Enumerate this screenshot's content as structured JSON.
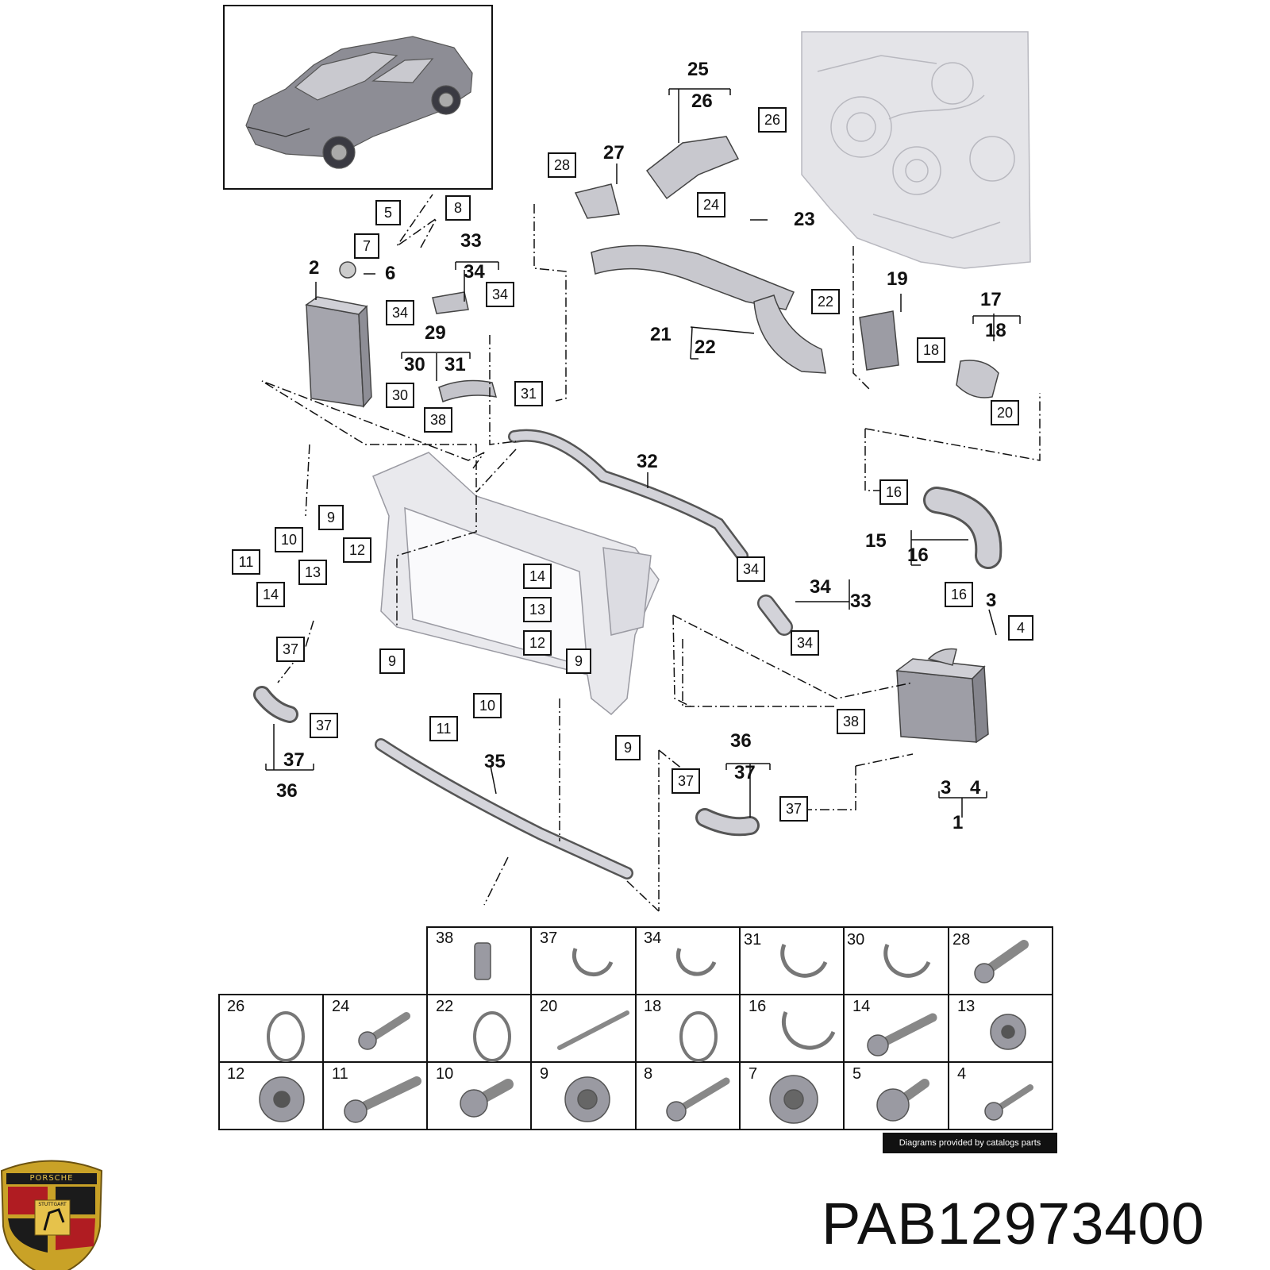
{
  "boxed_callouts": [
    {
      "id": "b5",
      "t": "5"
    },
    {
      "id": "b8",
      "t": "8"
    },
    {
      "id": "b7",
      "t": "7"
    },
    {
      "id": "b34a",
      "t": "34"
    },
    {
      "id": "b34b",
      "t": "34"
    },
    {
      "id": "b30",
      "t": "30"
    },
    {
      "id": "b31",
      "t": "31"
    },
    {
      "id": "b38a",
      "t": "38"
    },
    {
      "id": "b28",
      "t": "28"
    },
    {
      "id": "b24",
      "t": "24"
    },
    {
      "id": "b26",
      "t": "26"
    },
    {
      "id": "b22",
      "t": "22"
    },
    {
      "id": "b18",
      "t": "18"
    },
    {
      "id": "b20",
      "t": "20"
    },
    {
      "id": "b16a",
      "t": "16"
    },
    {
      "id": "b16b",
      "t": "16"
    },
    {
      "id": "b4",
      "t": "4"
    },
    {
      "id": "b34c",
      "t": "34"
    },
    {
      "id": "b34d",
      "t": "34"
    },
    {
      "id": "b38b",
      "t": "38"
    },
    {
      "id": "b9a",
      "t": "9"
    },
    {
      "id": "b10a",
      "t": "10"
    },
    {
      "id": "b11a",
      "t": "11"
    },
    {
      "id": "b12a",
      "t": "12"
    },
    {
      "id": "b13a",
      "t": "13"
    },
    {
      "id": "b14a",
      "t": "14"
    },
    {
      "id": "b9b",
      "t": "9"
    },
    {
      "id": "b14b",
      "t": "14"
    },
    {
      "id": "b13b",
      "t": "13"
    },
    {
      "id": "b12b",
      "t": "12"
    },
    {
      "id": "b9c",
      "t": "9"
    },
    {
      "id": "b10b",
      "t": "10"
    },
    {
      "id": "b11b",
      "t": "11"
    },
    {
      "id": "b9d",
      "t": "9"
    },
    {
      "id": "b37a",
      "t": "37"
    },
    {
      "id": "b37b",
      "t": "37"
    },
    {
      "id": "b37c",
      "t": "37"
    },
    {
      "id": "b37d",
      "t": "37"
    }
  ],
  "bold_labels": [
    {
      "id": "n2",
      "t": "2"
    },
    {
      "id": "n6",
      "t": "6"
    },
    {
      "id": "n33a",
      "t": "33"
    },
    {
      "id": "n34a",
      "t": "34"
    },
    {
      "id": "n29",
      "t": "29"
    },
    {
      "id": "n30",
      "t": "30"
    },
    {
      "id": "n31",
      "t": "31"
    },
    {
      "id": "n25",
      "t": "25"
    },
    {
      "id": "n26",
      "t": "26"
    },
    {
      "id": "n27",
      "t": "27"
    },
    {
      "id": "n23",
      "t": "23"
    },
    {
      "id": "n21",
      "t": "21"
    },
    {
      "id": "n22",
      "t": "22"
    },
    {
      "id": "n19",
      "t": "19"
    },
    {
      "id": "n17",
      "t": "17"
    },
    {
      "id": "n18",
      "t": "18"
    },
    {
      "id": "n32",
      "t": "32"
    },
    {
      "id": "n15",
      "t": "15"
    },
    {
      "id": "n16",
      "t": "16"
    },
    {
      "id": "n3a",
      "t": "3"
    },
    {
      "id": "n34b",
      "t": "34"
    },
    {
      "id": "n33b",
      "t": "33"
    },
    {
      "id": "n36a",
      "t": "36"
    },
    {
      "id": "n37a",
      "t": "37"
    },
    {
      "id": "n35",
      "t": "35"
    },
    {
      "id": "n37b",
      "t": "37"
    },
    {
      "id": "n36b",
      "t": "36"
    },
    {
      "id": "n3b",
      "t": "3"
    },
    {
      "id": "n4",
      "t": "4"
    },
    {
      "id": "n1",
      "t": "1"
    }
  ],
  "parts_table": {
    "row1": [
      "38",
      "37",
      "34",
      "31",
      "30",
      "28"
    ],
    "row2": [
      "26",
      "24",
      "22",
      "20",
      "18",
      "16",
      "14",
      "13"
    ],
    "row3": [
      "12",
      "11",
      "10",
      "9",
      "8",
      "7",
      "5",
      "4"
    ]
  },
  "watermark": "Diagrams provided by catalogs parts",
  "part_number": "PAB12973400",
  "logo": {
    "top_text": "PORSCHE",
    "center_text": "STUTTGART"
  }
}
